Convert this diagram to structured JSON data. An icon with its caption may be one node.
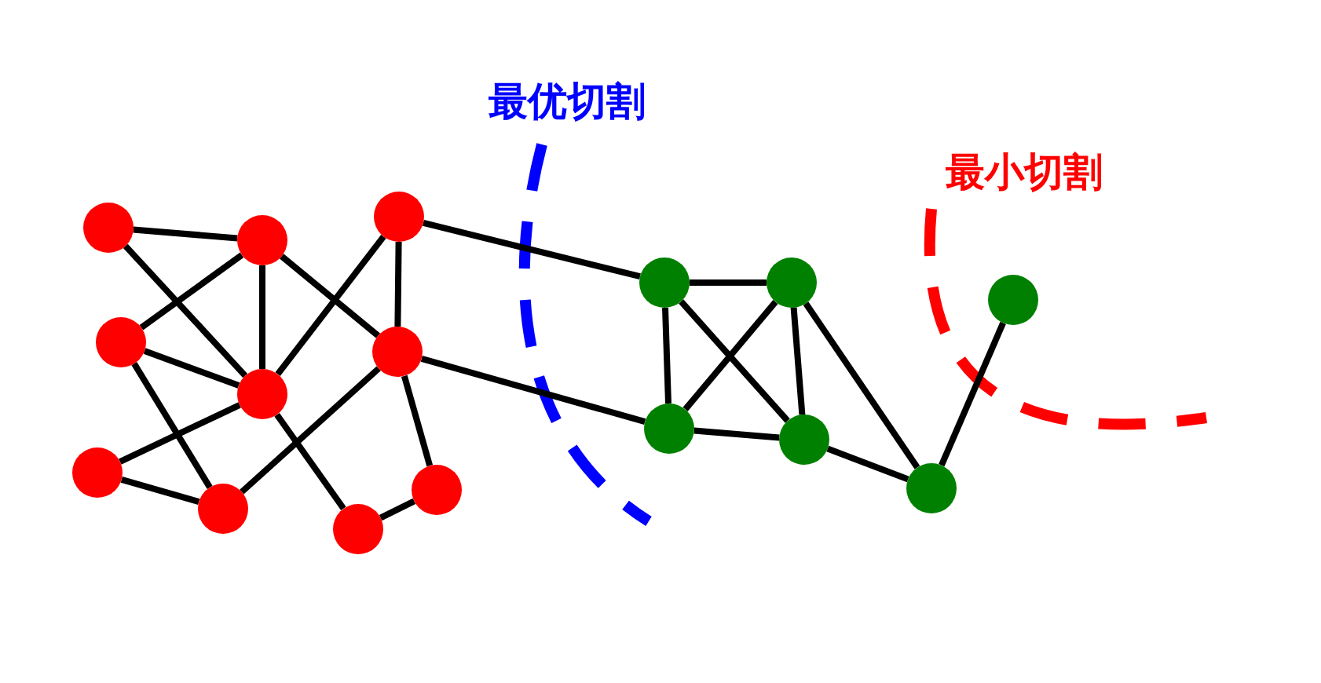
{
  "diagram": {
    "nodes": [
      {
        "text": [],
        "shape": "circle"
      },
      {
        "text": [],
        "shape": "circle"
      },
      {
        "text": [],
        "shape": "circle"
      },
      {
        "text": [],
        "shape": "circle"
      },
      {
        "text": [],
        "shape": "circle"
      },
      {
        "text": [],
        "shape": "circle"
      },
      {
        "text": [],
        "shape": "circle"
      },
      {
        "text": [],
        "shape": "circle"
      },
      {
        "text": [],
        "shape": "circle"
      },
      {
        "text": [],
        "shape": "circle"
      },
      {
        "text": [],
        "shape": "circle"
      },
      {
        "text": [],
        "shape": "circle"
      },
      {
        "text": [],
        "shape": "circle"
      },
      {
        "text": [],
        "shape": "circle"
      },
      {
        "text": [],
        "shape": "circle"
      },
      {
        "text": [],
        "shape": "circle"
      }
    ],
    "edges": [
      {
        "from": 0,
        "to": 3,
        "arrow": "none"
      },
      {
        "from": 0,
        "to": 5,
        "arrow": "none"
      },
      {
        "from": 1,
        "to": 4,
        "arrow": "none"
      },
      {
        "from": 1,
        "to": 5,
        "arrow": "none"
      },
      {
        "from": 2,
        "to": 3,
        "arrow": "none"
      },
      {
        "from": 2,
        "to": 4,
        "arrow": "none"
      },
      {
        "from": 2,
        "to": 5,
        "arrow": "none"
      },
      {
        "from": 3,
        "to": 7,
        "arrow": "none"
      },
      {
        "from": 4,
        "to": 5,
        "arrow": "none"
      },
      {
        "from": 4,
        "to": 7,
        "arrow": "none"
      },
      {
        "from": 5,
        "to": 6,
        "arrow": "none"
      },
      {
        "from": 5,
        "to": 8,
        "arrow": "none"
      },
      {
        "from": 6,
        "to": 9,
        "arrow": "none"
      },
      {
        "from": 7,
        "to": 8,
        "arrow": "none"
      },
      {
        "from": 7,
        "to": 9,
        "arrow": "none"
      },
      {
        "from": 7,
        "to": 11,
        "arrow": "none"
      },
      {
        "from": 8,
        "to": 10,
        "arrow": "none"
      },
      {
        "from": 10,
        "to": 11,
        "arrow": "none"
      },
      {
        "from": 10,
        "to": 12,
        "arrow": "none"
      },
      {
        "from": 10,
        "to": 13,
        "arrow": "none"
      },
      {
        "from": 11,
        "to": 12,
        "arrow": "none"
      },
      {
        "from": 11,
        "to": 13,
        "arrow": "none"
      },
      {
        "from": 12,
        "to": 13,
        "arrow": "none"
      },
      {
        "from": 12,
        "to": 14,
        "arrow": "none"
      },
      {
        "from": 13,
        "to": 14,
        "arrow": "none"
      },
      {
        "from": 14,
        "to": 15,
        "arrow": "none"
      }
    ],
    "labels": [
      "最优切割",
      "最小切割"
    ]
  }
}
